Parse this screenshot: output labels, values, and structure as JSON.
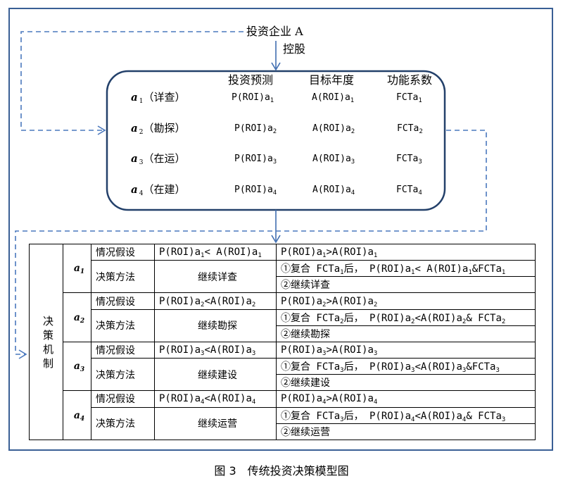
{
  "investor": "投资企业 A",
  "holding": "控股",
  "columns": {
    "forecast": "投资预测",
    "target": "目标年度",
    "coef": "功能系数"
  },
  "projects": [
    {
      "var": "a",
      "sub": "1",
      "stage": "（详查）",
      "p": "P(ROI)a",
      "a": "A(ROI)a",
      "f": "FCTa"
    },
    {
      "var": "a",
      "sub": "2",
      "stage": "（勘探）",
      "p": "P(ROI)a",
      "a": "A(ROI)a",
      "f": "FCTa"
    },
    {
      "var": "a",
      "sub": "3",
      "stage": "（在运）",
      "p": "P(ROI)a",
      "a": "A(ROI)a",
      "f": "FCTa"
    },
    {
      "var": "a",
      "sub": "4",
      "stage": "（在建）",
      "p": "P(ROI)a",
      "a": "A(ROI)a",
      "f": "FCTa"
    }
  ],
  "mechanism": "决策机制",
  "labels": {
    "hypothesis": "情况假设",
    "method": "决策方法"
  },
  "rows": [
    {
      "var": "a",
      "sub": "1",
      "cond_lt": "P(ROI)a1< A(ROI)a1",
      "cond_gt": "P(ROI)a1>A(ROI)a1",
      "cont": "继续详查",
      "review": "①复合 FCTa1后， P(ROI)a1< A(ROI)a1&FCTa1",
      "cont2": "②继续详查"
    },
    {
      "var": "a",
      "sub": "2",
      "cond_lt": "P(ROI)a2<A(ROI)a2",
      "cond_gt": "P(ROI)a2>A(ROI)a2",
      "cont": "继续勘探",
      "review": "①复合 FCTa2后， P(ROI)a2<A(ROI)a2& FCTa2",
      "cont2": "②继续勘探"
    },
    {
      "var": "a",
      "sub": "3",
      "cond_lt": "P(ROI)a3<A(ROI)a3",
      "cond_gt": "P(ROI)a3>A(ROI)a3",
      "cont": "继续建设",
      "review": "①复合 FCTa3后， P(ROI)a3<A(ROI)a3&FCTa3",
      "cont2": "②继续建设"
    },
    {
      "var": "a",
      "sub": "4",
      "cond_lt": "P(ROI)a4<A(ROI)a4",
      "cond_gt": "P(ROI)a4>A(ROI)a4",
      "cont": "继续运营",
      "review": "①复合 FCTa3后， P(ROI)a4<A(ROI)a4& FCTa3",
      "cont2": "②继续运营"
    }
  ],
  "caption": "图 3　传统投资决策模型图",
  "colors": {
    "frame": "#3a5f95",
    "line": "#3f6db0",
    "dash": "#4a78bd"
  }
}
